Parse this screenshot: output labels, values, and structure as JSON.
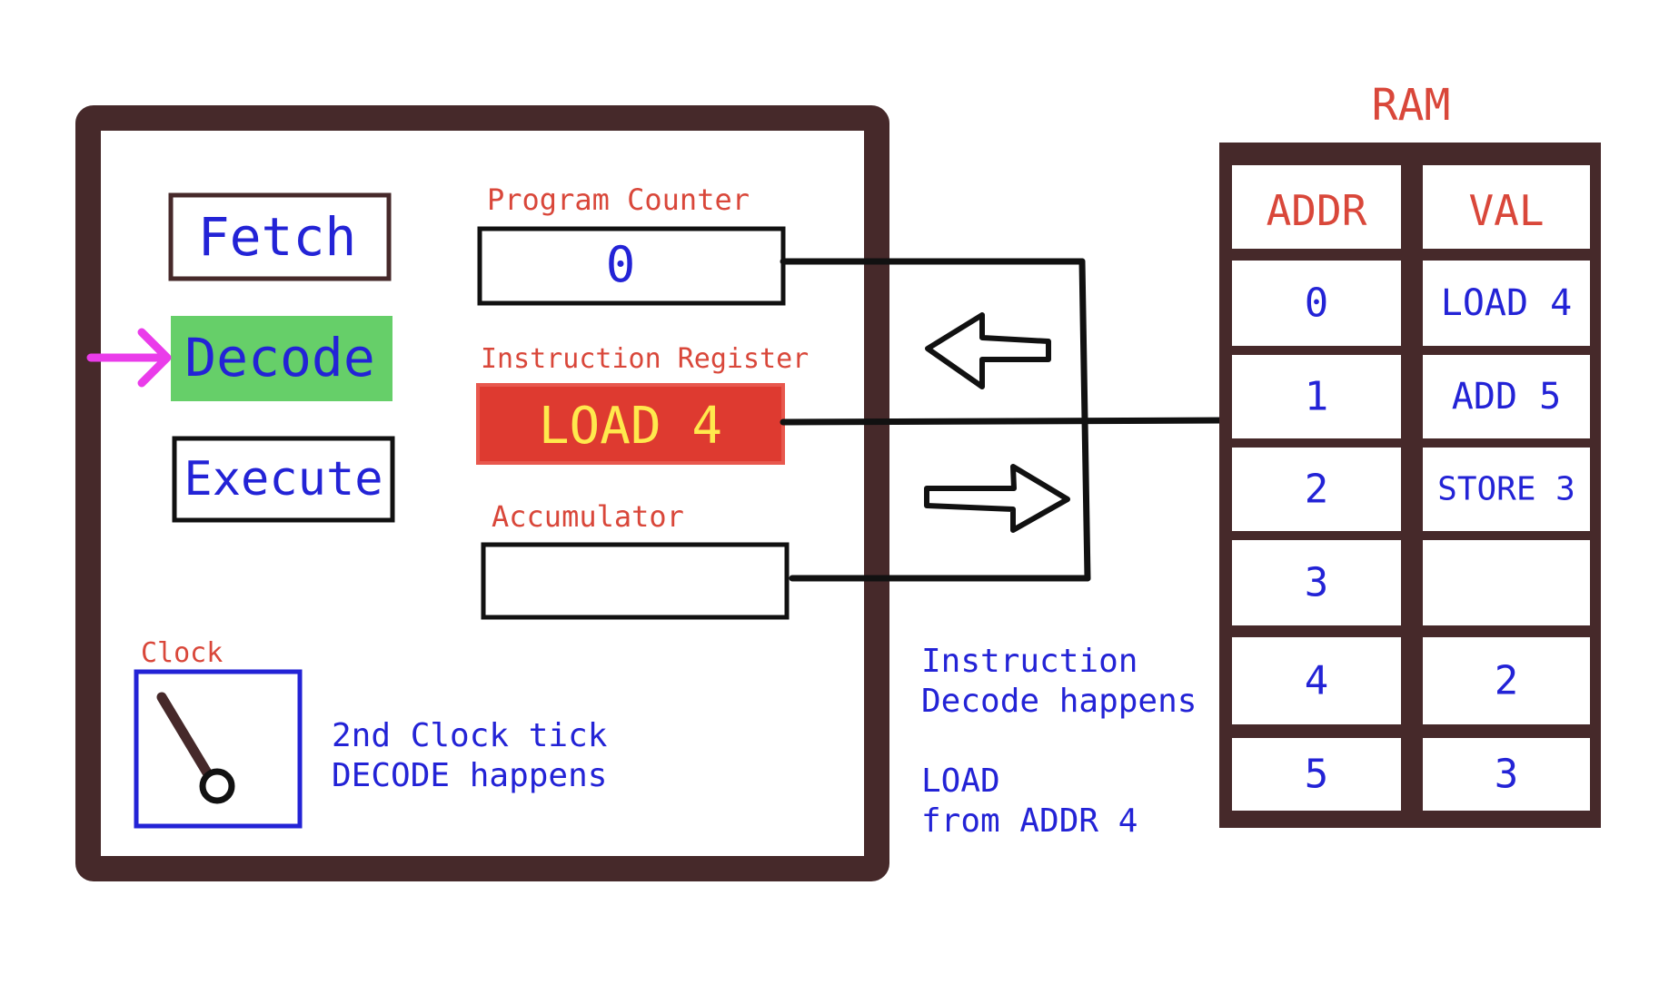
{
  "cpu": {
    "stages": {
      "fetch": "Fetch",
      "decode": "Decode",
      "execute": "Execute",
      "active": "decode"
    },
    "program_counter": {
      "label": "Program Counter",
      "value": "0"
    },
    "instruction_register": {
      "label": "Instruction Register",
      "value": "LOAD 4"
    },
    "accumulator": {
      "label": "Accumulator",
      "value": ""
    },
    "clock": {
      "label": "Clock",
      "note_line1": "2nd Clock tick",
      "note_line2": "DECODE happens"
    }
  },
  "bus_notes": {
    "line1": "Instruction",
    "line2": "Decode happens",
    "line3": "LOAD",
    "line4": "from ADDR 4"
  },
  "ram": {
    "title": "RAM",
    "headers": {
      "addr": "ADDR",
      "val": "VAL"
    },
    "rows": [
      {
        "addr": "0",
        "val": "LOAD 4"
      },
      {
        "addr": "1",
        "val": "ADD 5"
      },
      {
        "addr": "2",
        "val": "STORE 3"
      },
      {
        "addr": "3",
        "val": ""
      },
      {
        "addr": "4",
        "val": "2"
      },
      {
        "addr": "5",
        "val": "3"
      }
    ]
  },
  "colors": {
    "frame": "#46292a",
    "label_red": "#d9473a",
    "text_blue": "#2323d6",
    "decode_green": "#66cf69",
    "ir_red": "#de3a30",
    "ir_text_yellow": "#ffe94d",
    "pointer_magenta": "#ea3cea"
  }
}
